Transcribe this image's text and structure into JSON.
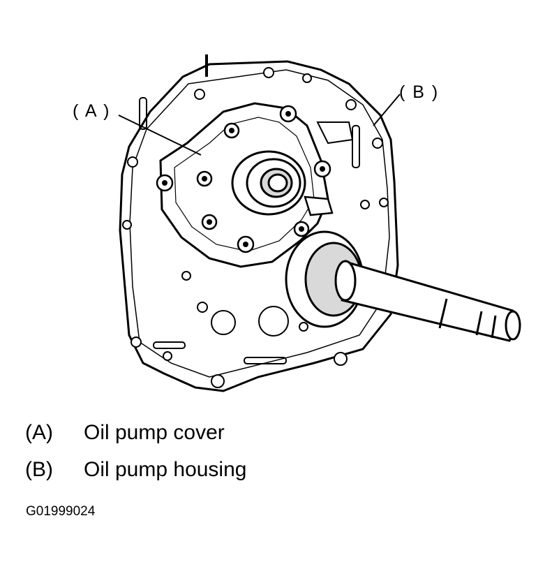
{
  "callouts": {
    "a": "( A )",
    "b": "( B )"
  },
  "legend": [
    {
      "code": "(A)",
      "label": "Oil pump cover"
    },
    {
      "code": "(B)",
      "label": "Oil pump housing"
    }
  ],
  "figure_id": "G01999024",
  "colors": {
    "ink": "#000000",
    "paper": "#ffffff",
    "shade": "#d9d9d9"
  }
}
